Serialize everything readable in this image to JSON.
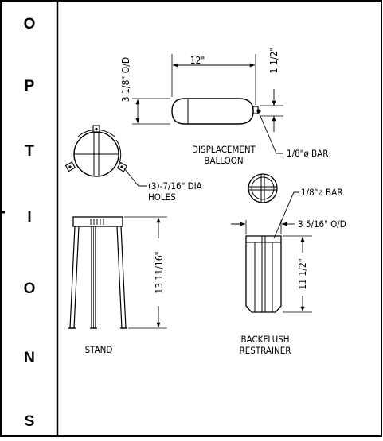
{
  "sidebar": {
    "letters": [
      "O",
      "P",
      "T",
      "I",
      "O",
      "N",
      "S"
    ]
  },
  "drawing": {
    "balloon": {
      "length": "12\"",
      "diameter": "3 1/8\" O/D",
      "end_length": "1 1/2\"",
      "bar_label": "1/8\"ø BAR",
      "label_line1": "DISPLACEMENT",
      "label_line2": "BALLOON"
    },
    "plate": {
      "holes_line1": "(3)-7/16\" DIA",
      "holes_line2": "HOLES"
    },
    "stand": {
      "height": "13 11/16\"",
      "label": "STAND"
    },
    "restrainer": {
      "bar_label": "1/8\"ø BAR",
      "diameter": "3 5/16\" O/D",
      "height": "11 1/2\"",
      "label_line1": "BACKFLUSH",
      "label_line2": "RESTRAINER"
    }
  }
}
